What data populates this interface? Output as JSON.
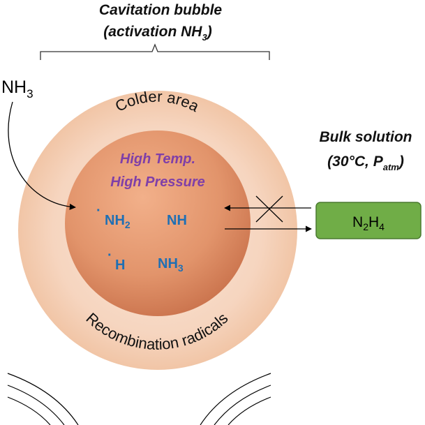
{
  "title": {
    "line1": "Cavitation bubble",
    "line2_main": "(activation NH",
    "line2_sub": "3",
    "line2_end": ")"
  },
  "input": {
    "main": "NH",
    "sub": "3"
  },
  "zones": {
    "outer": "Colder area",
    "core_line1": "High Temp.",
    "core_line2": "High Pressure",
    "recombination": "Recombination radicals"
  },
  "species": [
    {
      "dot": "·",
      "main": "NH",
      "sub": "2"
    },
    {
      "dot": "",
      "main": "NH",
      "sub": ""
    },
    {
      "dot": "·",
      "main": "H",
      "sub": ""
    },
    {
      "dot": "",
      "main": "NH",
      "sub": "3"
    }
  ],
  "bulk": {
    "line1": "Bulk solution",
    "line2_main": "(30°C, P",
    "line2_sub": "atm",
    "line2_end": ")"
  },
  "product": {
    "n": "N",
    "n_sub": "2",
    "h": "H",
    "h_sub": "4"
  },
  "colors": {
    "core": "#e0936a",
    "shell": "#f7d7c4",
    "purple_text": "#7f3fa8",
    "blue_text": "#1f6fb4",
    "product_box": "#70ad47",
    "product_border": "#4a7a30"
  }
}
